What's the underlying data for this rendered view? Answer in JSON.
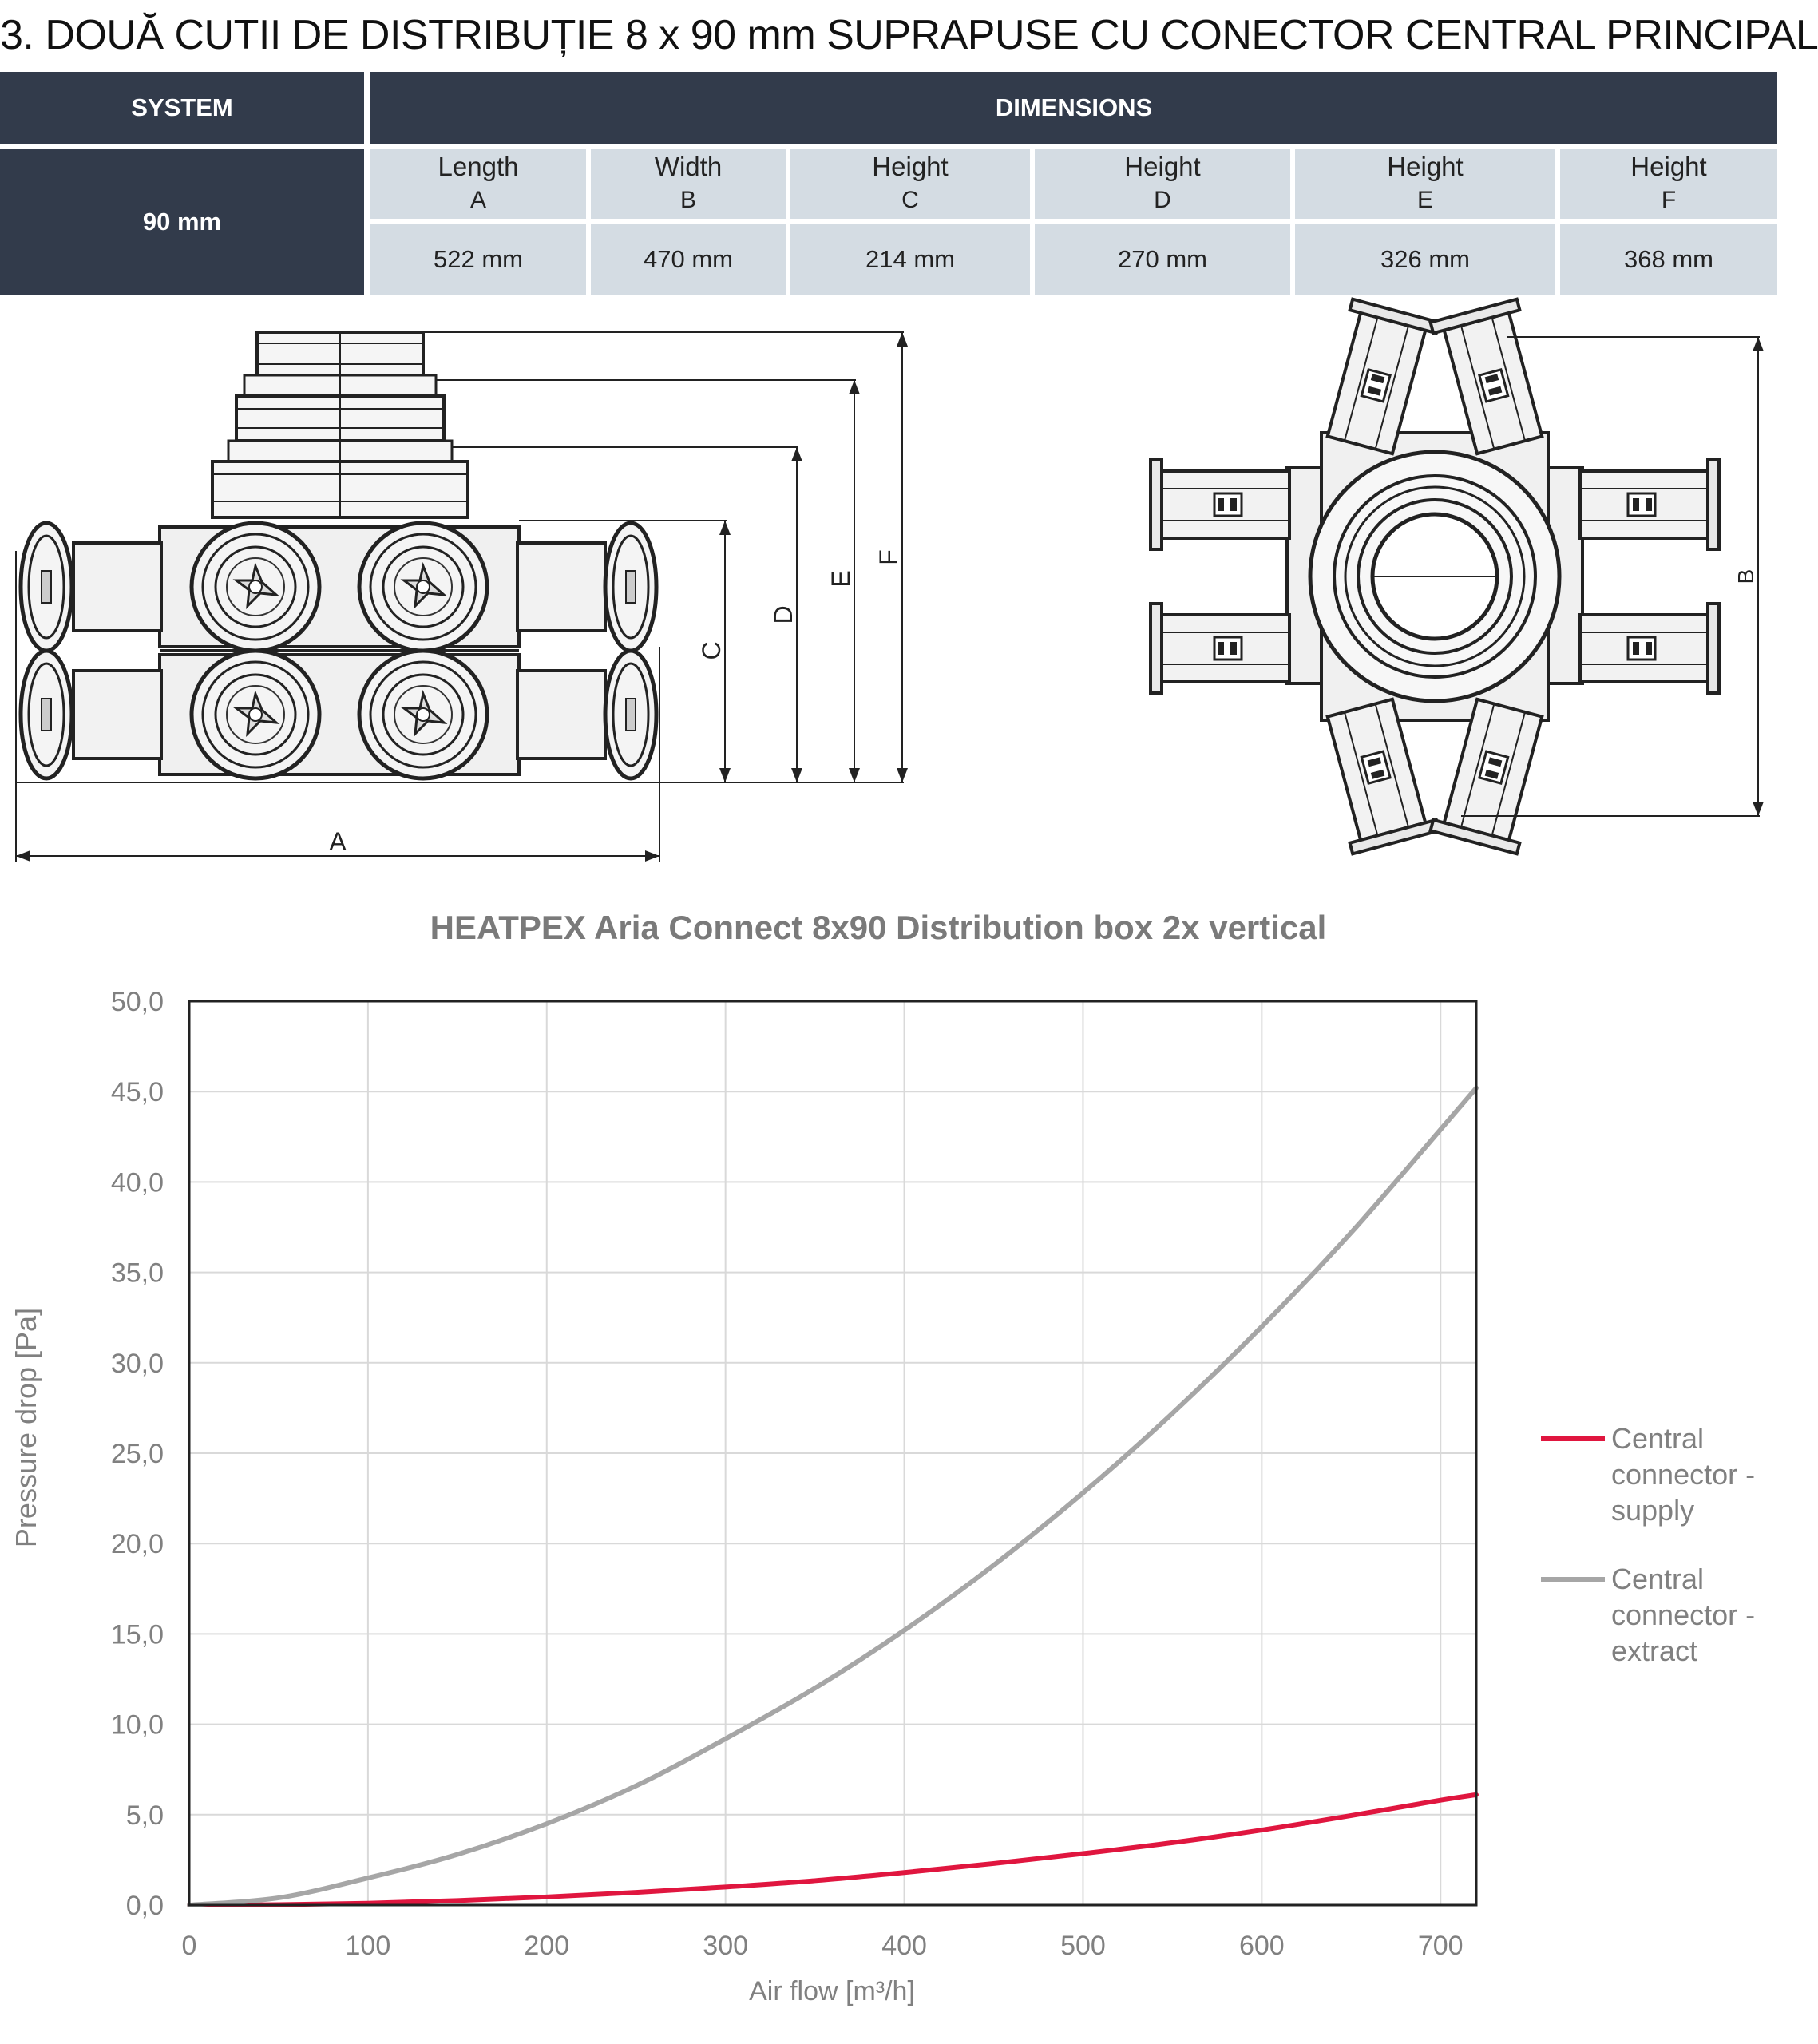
{
  "title": "3. DOUĂ CUTII DE DISTRIBUȚIE 8 x 90 mm SUPRAPUSE CU CONECTOR CENTRAL PRINCIPAL",
  "table": {
    "system_header": "SYSTEM",
    "dimensions_header": "DIMENSIONS",
    "system_value": "90 mm",
    "columns": [
      {
        "name": "Length",
        "letter": "A",
        "value": "522 mm"
      },
      {
        "name": "Width",
        "letter": "B",
        "value": "470 mm"
      },
      {
        "name": "Height",
        "letter": "C",
        "value": "214 mm"
      },
      {
        "name": "Height",
        "letter": "D",
        "value": "270 mm"
      },
      {
        "name": "Height",
        "letter": "E",
        "value": "326 mm"
      },
      {
        "name": "Height",
        "letter": "F",
        "value": "368 mm"
      }
    ]
  },
  "drawing_labels": {
    "a": "A",
    "b": "B",
    "c": "C",
    "d": "D",
    "e": "E",
    "f": "F"
  },
  "chart_data": {
    "type": "line",
    "title": "HEATPEX Aria Connect 8x90 Distribution box 2x vertical",
    "xlabel": "Air flow [m³/h]",
    "ylabel": "Pressure drop [Pa]",
    "xlim": [
      0,
      720
    ],
    "ylim": [
      0,
      50
    ],
    "x_ticks": [
      "0",
      "100",
      "200",
      "300",
      "400",
      "500",
      "600",
      "700"
    ],
    "y_ticks": [
      "0,0",
      "5,0",
      "10,0",
      "15,0",
      "20,0",
      "25,0",
      "30,0",
      "35,0",
      "40,0",
      "45,0",
      "50,0"
    ],
    "grid": true,
    "legend_position": "right",
    "x": [
      0,
      50,
      100,
      150,
      200,
      250,
      300,
      350,
      400,
      450,
      500,
      550,
      600,
      650,
      700,
      720
    ],
    "series": [
      {
        "name": "Central connector - supply",
        "color": "#e0163f",
        "values": [
          0.0,
          0.02,
          0.1,
          0.25,
          0.45,
          0.7,
          1.0,
          1.35,
          1.8,
          2.3,
          2.85,
          3.45,
          4.15,
          4.95,
          5.8,
          6.1
        ]
      },
      {
        "name": "Central connector - extract",
        "color": "#a6a6a6",
        "values": [
          0.0,
          0.4,
          1.5,
          2.8,
          4.5,
          6.6,
          9.2,
          12.0,
          15.2,
          18.8,
          22.8,
          27.2,
          32.0,
          37.2,
          42.9,
          45.2
        ]
      }
    ]
  }
}
